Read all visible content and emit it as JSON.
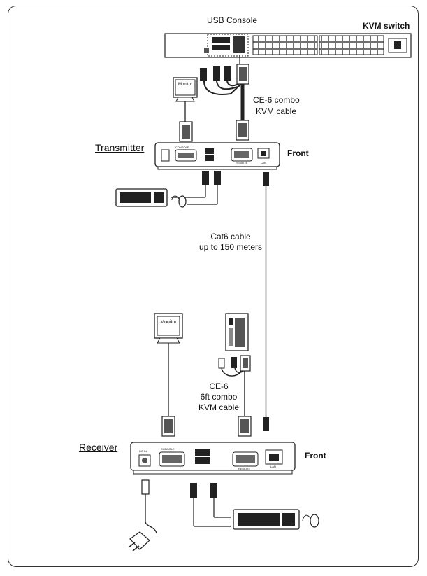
{
  "labels": {
    "usb_console": "USB Console",
    "kvm_switch": "KVM switch",
    "monitor_top": "Monitor",
    "cable_top_line1": "CE-6 combo",
    "cable_top_line2": "KVM cable",
    "transmitter": "Transmitter",
    "front_tx": "Front",
    "cat6_line1": "Cat6 cable",
    "cat6_line2": "up to 150 meters",
    "monitor_bottom": "Monitor",
    "cable_bottom_line1": "CE-6",
    "cable_bottom_line2": "6ft combo",
    "cable_bottom_line3": "KVM cable",
    "receiver": "Receiver",
    "front_rx": "Front",
    "tx_port_console": "CONSOLE",
    "tx_port_remote": "REMOTE",
    "tx_port_lan": "LAN",
    "rx_port_console": "CONSOLE",
    "rx_port_remote": "REMOTE",
    "rx_port_lan": "LAN",
    "rx_dc_in": "DC IN"
  }
}
